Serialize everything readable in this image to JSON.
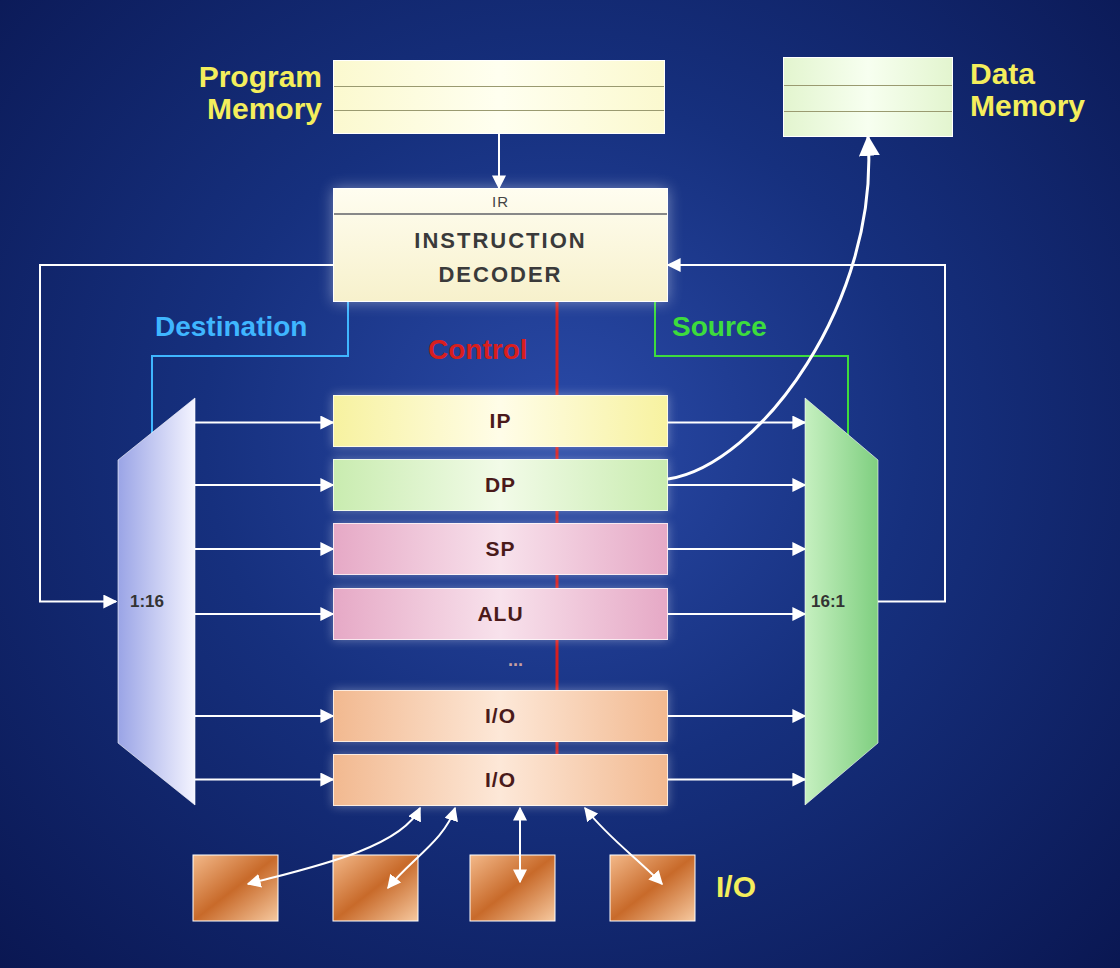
{
  "diagram": {
    "nodes": [
      {
        "text": [
          "Program Memory"
        ]
      },
      {
        "text": [
          "Data Memory"
        ]
      },
      {
        "text": [
          "IR",
          "INSTRUCTION DECODER"
        ]
      },
      {
        "text": [
          "1:16"
        ]
      },
      {
        "text": [
          "IP"
        ]
      },
      {
        "text": [
          "DP"
        ]
      },
      {
        "text": [
          "SP"
        ]
      },
      {
        "text": [
          "ALU"
        ]
      },
      {
        "text": [
          "I/O"
        ]
      },
      {
        "text": [
          "I/O"
        ]
      },
      {
        "text": [
          "16:1"
        ]
      }
    ],
    "edges": [
      {
        "from": 0,
        "to": 2,
        "arrow": "to"
      },
      {
        "from": 2,
        "to": 3,
        "arrow": "to"
      },
      {
        "from": 10,
        "to": 2,
        "arrow": "to"
      },
      {
        "from": 2,
        "to": 3,
        "label": "Destination",
        "arrow": "none"
      },
      {
        "from": 2,
        "to": 10,
        "label": "Source",
        "arrow": "none"
      },
      {
        "from": 3,
        "to": 4,
        "arrow": "to"
      },
      {
        "from": 3,
        "to": 5,
        "arrow": "to"
      },
      {
        "from": 3,
        "to": 6,
        "arrow": "to"
      },
      {
        "from": 3,
        "to": 7,
        "arrow": "to"
      },
      {
        "from": 3,
        "to": 8,
        "arrow": "to"
      },
      {
        "from": 3,
        "to": 9,
        "arrow": "to"
      },
      {
        "from": 4,
        "to": 10,
        "arrow": "to"
      },
      {
        "from": 5,
        "to": 10,
        "arrow": "to"
      },
      {
        "from": 6,
        "to": 10,
        "arrow": "to"
      },
      {
        "from": 7,
        "to": 10,
        "arrow": "to"
      },
      {
        "from": 8,
        "to": 10,
        "arrow": "to"
      },
      {
        "from": 9,
        "to": 10,
        "arrow": "to"
      },
      {
        "from": 5,
        "to": 1,
        "arrow": "to"
      }
    ],
    "labels": [
      "Control",
      "...",
      "I/O"
    ]
  }
}
